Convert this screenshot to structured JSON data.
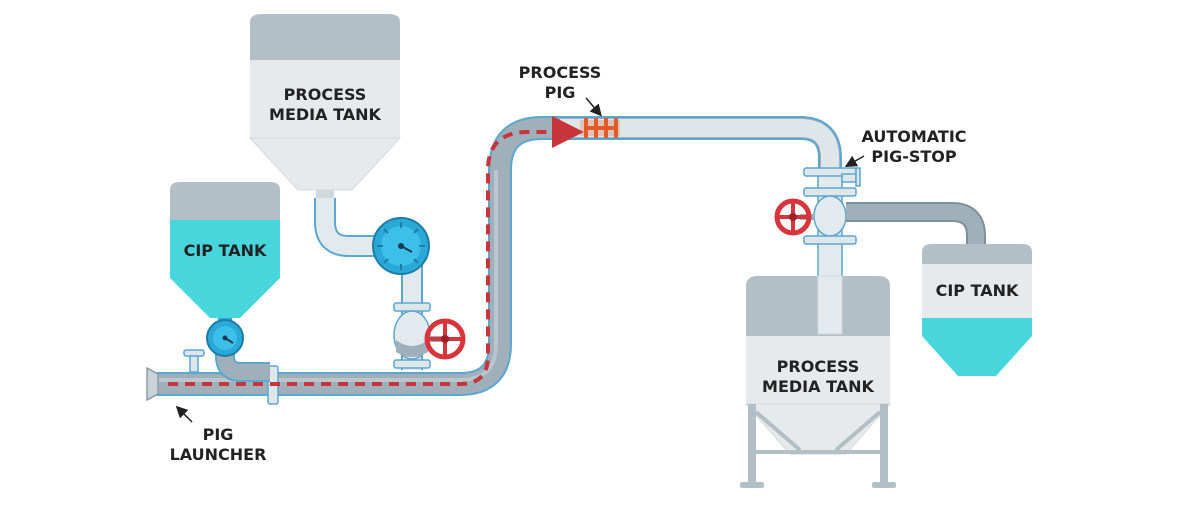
{
  "labels": {
    "process_media_tank_left": [
      "PROCESS",
      "MEDIA TANK"
    ],
    "cip_tank_left": "CIP TANK",
    "process_pig": [
      "PROCESS",
      "PIG"
    ],
    "automatic_pig_stop": [
      "AUTOMATIC",
      "PIG-STOP"
    ],
    "cip_tank_right": "CIP TANK",
    "process_media_tank_right": [
      "PROCESS",
      "MEDIA TANK"
    ],
    "pig_launcher": [
      "PIG",
      "LAUNCHER"
    ]
  },
  "colors": {
    "pipe_outer": "#9fb0bb",
    "pipe_outline": "#5aa7cf",
    "pipe_inner": "#e3eaee",
    "tank_body": "#e6eaec",
    "tank_top": "#b3bfc6",
    "cip_liquid": "#46d6dc",
    "valve_blue": "#2aa8d8",
    "handwheel_red": "#d8343c",
    "flow_arrow": "#c8343c",
    "pig_orange": "#e05a2a"
  }
}
